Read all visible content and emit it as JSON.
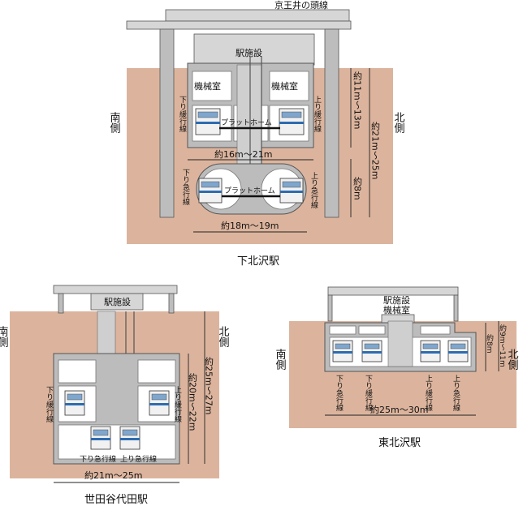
{
  "shimokitazawa": {
    "title": "下北沢駅",
    "top_label": "京王井の頭線",
    "facility": "駅施設",
    "machine_room_left": "機械室",
    "machine_room_right": "機械室",
    "platform_upper": "プラットホーム",
    "platform_lower": "プラットホーム",
    "south": "南側",
    "north": "北側",
    "track_down_slow": "下り緩行線",
    "track_up_slow": "上り緩行線",
    "track_down_exp": "下り急行線",
    "track_up_exp": "上り急行線",
    "dim_width_upper": "約16m～21m",
    "dim_width_lower": "約18m～19m",
    "dim_depth_upper": "約11m～13m",
    "dim_depth_total": "約21m～25m",
    "dim_depth_lower": "約8m"
  },
  "setagayadaita": {
    "title": "世田谷代田駅",
    "facility": "駅施設",
    "south": "南側",
    "north": "北側",
    "track_down_slow": "下り緩行線",
    "track_up_slow": "上り緩行線",
    "track_down_exp": "下り急行線",
    "track_up_exp": "上り急行線",
    "dim_width": "約21m～25m",
    "dim_depth_inner": "約20m～22m",
    "dim_depth_total": "約25m～27m"
  },
  "higashikitazawa": {
    "title": "東北沢駅",
    "facility": "駅施設",
    "machine_room": "機械室",
    "south": "南側",
    "north": "北側",
    "track_down_exp": "下り急行線",
    "track_down_slow": "下り緩行線",
    "track_up_slow": "上り緩行線",
    "track_up_exp": "上り急行線",
    "dim_width": "約25m～30m",
    "dim_depth_1": "約8m",
    "dim_depth_2": "約9m～11m"
  },
  "colors": {
    "soil": "#dcb49d",
    "structure": "#bcbcbc",
    "train_stripe": "#2d6cb0"
  },
  "icons": [
    "train-icon",
    "stair-icon"
  ]
}
